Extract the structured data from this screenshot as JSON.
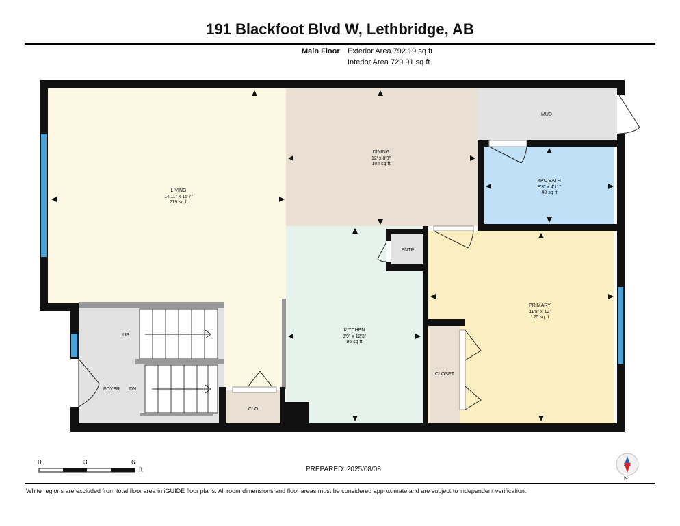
{
  "header": {
    "title": "191 Blackfoot Blvd W, Lethbridge, AB",
    "floor": "Main Floor",
    "exterior_area": "Exterior Area 792.19 sq ft",
    "interior_area": "Interior Area 729.91 sq ft"
  },
  "rooms": {
    "living": {
      "name": "LIVING",
      "dims": "14'11\" x 15'7\"",
      "area": "219 sq ft"
    },
    "dining": {
      "name": "DINING",
      "dims": "12' x 8'8\"",
      "area": "104 sq ft"
    },
    "bath": {
      "name": "4PC BATH",
      "dims": "8'3\" x 4'11\"",
      "area": "40 sq ft"
    },
    "kitchen": {
      "name": "KITCHEN",
      "dims": "8'9\" x 12'3\"",
      "area": "96 sq ft"
    },
    "primary": {
      "name": "PRIMARY",
      "dims": "11'8\" x 12'",
      "area": "125 sq ft"
    },
    "mud": "MUD",
    "pntr": "PNTR",
    "closet": "CLOSET",
    "clo": "CLO",
    "foyer": "FOYER",
    "up": "UP",
    "dn": "DN"
  },
  "scale": {
    "labels": [
      "0",
      "3",
      "6"
    ],
    "unit": "ft"
  },
  "prepared": "PREPARED: 2025/08/08",
  "north": "N",
  "disclaimer": "White regions are excluded from total floor area in iGUIDE floor plans. All room dimensions and floor areas must be considered approximate and are subject to independent verification.",
  "colors": {
    "living": "#fdf8e3",
    "dining": "#e9e0d3",
    "mud": "#e3e3e3",
    "bath": "#bfe0f7",
    "kitchen": "#e6f3ec",
    "primary": "#fbeec1",
    "foyer": "#e2e2e2",
    "closet": "#e9e0d3",
    "window": "#4aa3d8",
    "wall": "#111111"
  }
}
